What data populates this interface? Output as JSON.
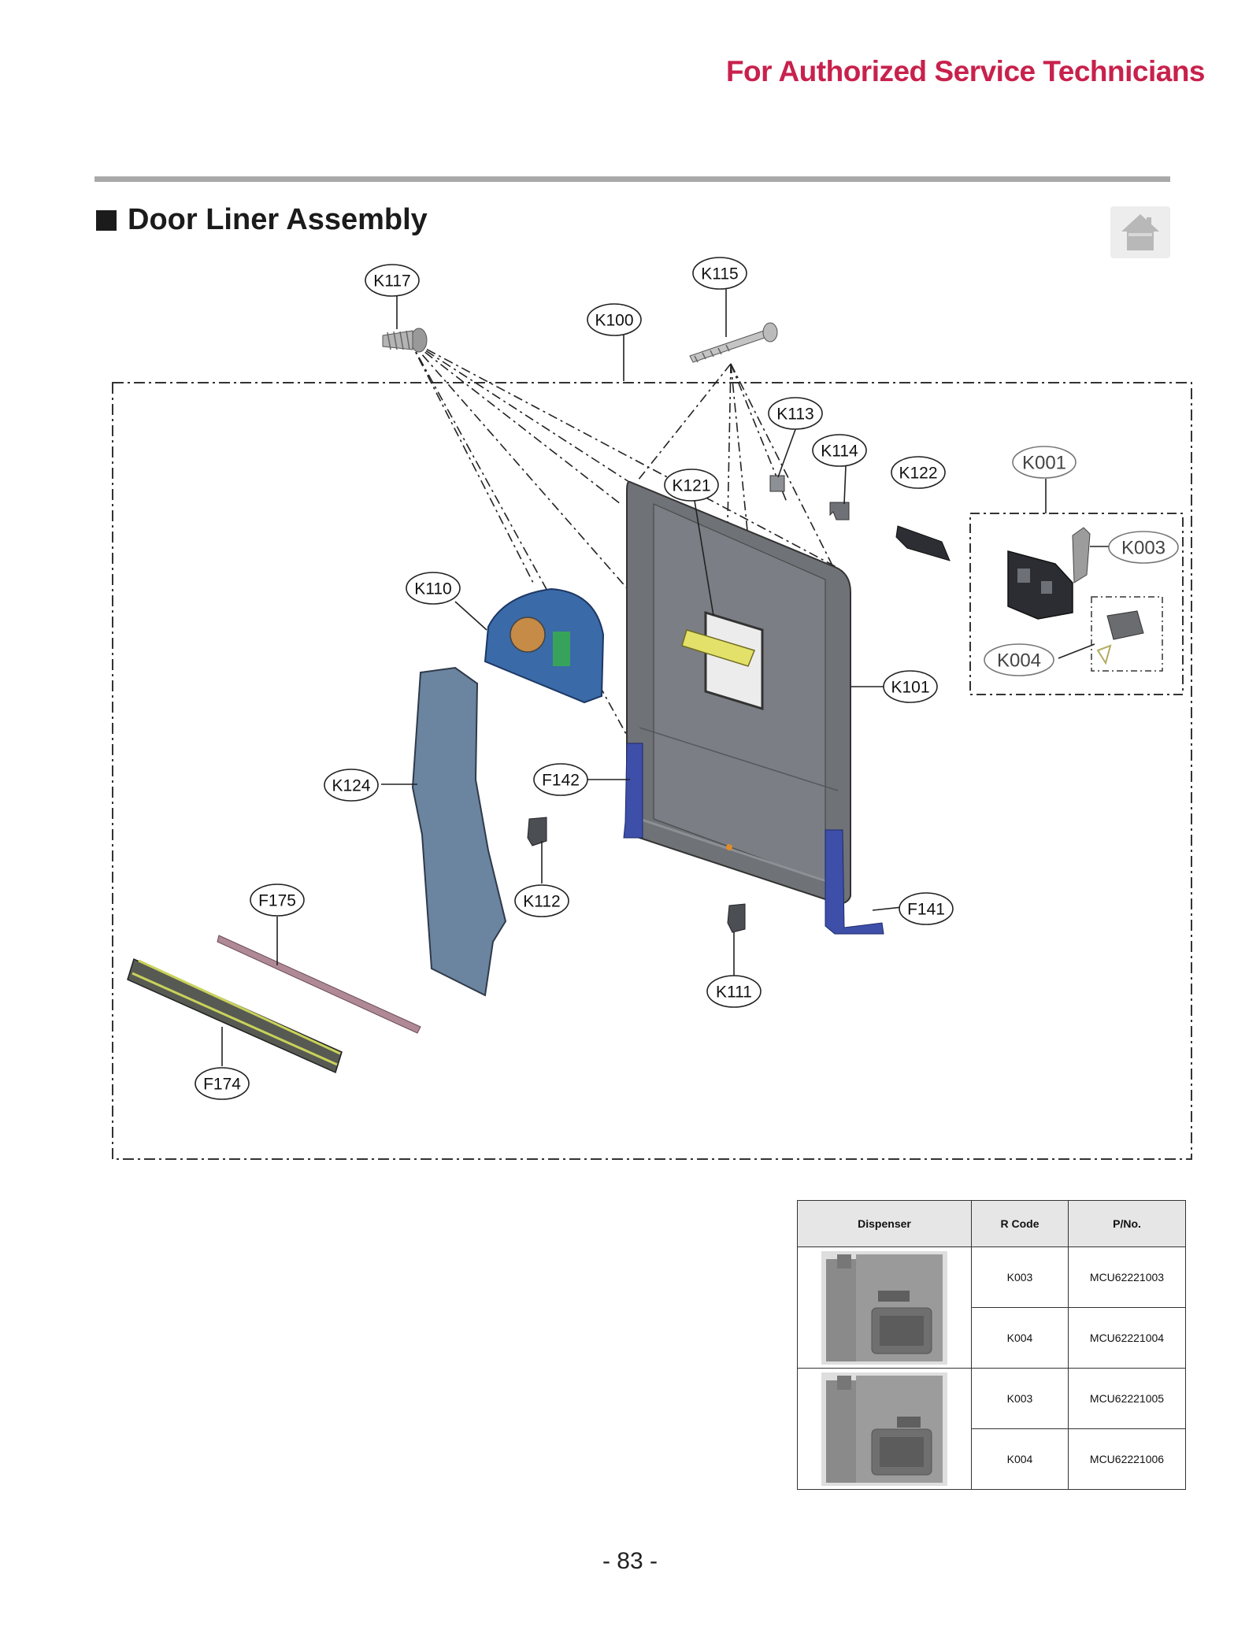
{
  "header": {
    "note": "For Authorized Service Technicians"
  },
  "section": {
    "title": "Door Liner Assembly",
    "home_icon": "home-icon"
  },
  "callouts": {
    "k117": "K117",
    "k115": "K115",
    "k100": "K100",
    "k113": "K113",
    "k114": "K114",
    "k122": "K122",
    "k001": "K001",
    "k003": "K003",
    "k004": "K004",
    "k121": "K121",
    "k110": "K110",
    "k101": "K101",
    "k124": "K124",
    "f142": "F142",
    "f175": "F175",
    "k112": "K112",
    "f141": "F141",
    "k111": "K111",
    "f174": "F174"
  },
  "table": {
    "headers": [
      "Dispenser",
      "R Code",
      "P/No."
    ],
    "rows": [
      {
        "rcode": "K003",
        "pno": "MCU62221003"
      },
      {
        "rcode": "K004",
        "pno": "MCU62221004"
      },
      {
        "rcode": "K003",
        "pno": "MCU62221005"
      },
      {
        "rcode": "K004",
        "pno": "MCU62221006"
      }
    ]
  },
  "page_number": "- 83 -"
}
